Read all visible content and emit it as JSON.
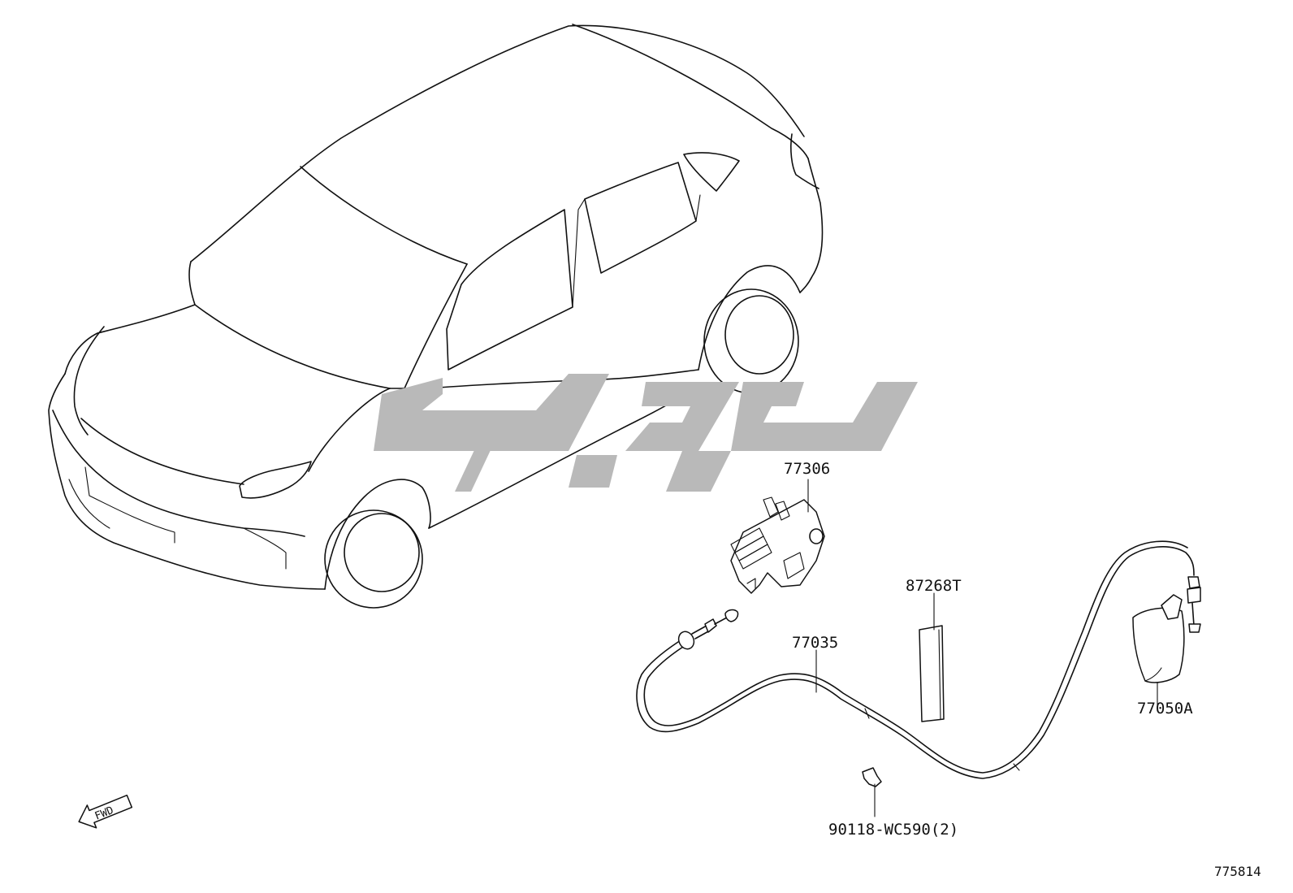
{
  "callouts": {
    "p77306": "77306",
    "p87268T": "87268T",
    "p77035": "77035",
    "p77050A": "77050A",
    "p90118": "90118-WC590(2)"
  },
  "fwd_label": "FWD",
  "diagram_id": "775814",
  "colors": {
    "line": "#111111",
    "watermark": "#b9b9b9",
    "background": "#ffffff"
  }
}
